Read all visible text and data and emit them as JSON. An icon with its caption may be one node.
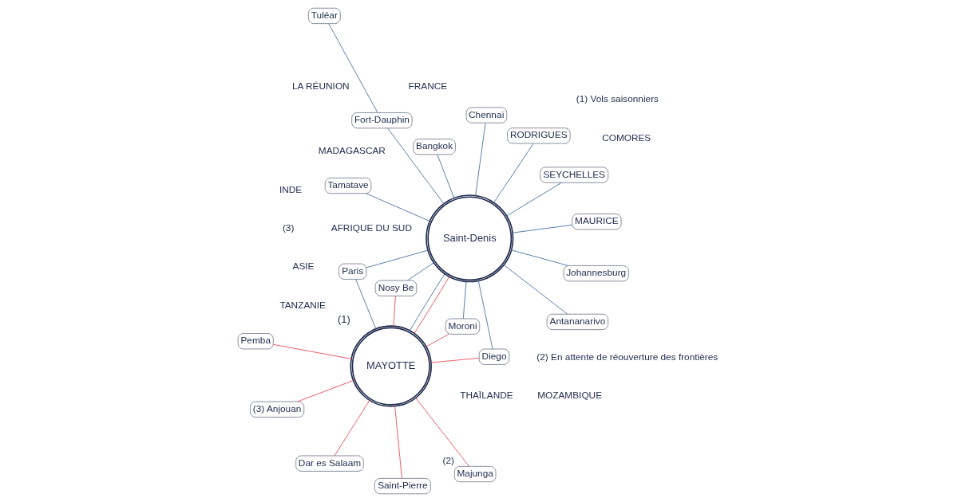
{
  "diagram": {
    "nodes": [
      {
        "text": [
          "Paris"
        ]
      },
      {
        "text": [
          "SEYCHELLES"
        ]
      },
      {
        "text": [
          "Dar es Salaam"
        ]
      },
      {
        "text": [
          "Pemba"
        ]
      },
      {
        "text": [
          "Moroni"
        ]
      },
      {
        "text": [
          "(3) Anjouan"
        ]
      },
      {
        "text": [
          "MAYOTTE"
        ],
        "beside": [
          "(1)"
        ]
      },
      {
        "text": [
          "Diego"
        ]
      },
      {
        "text": [
          "Nosy Be"
        ]
      },
      {
        "text": [
          "Majunga"
        ],
        "beside": [
          "(2)"
        ]
      },
      {
        "text": [
          "Antananarivo"
        ]
      },
      {
        "text": [
          "Tamatave"
        ]
      },
      {
        "text": [
          "MAURICE"
        ]
      },
      {
        "text": [
          "RODRIGUES"
        ]
      },
      {
        "text": [
          "Saint-Denis"
        ]
      },
      {
        "text": [
          "Saint-Pierre"
        ]
      },
      {
        "text": [
          "Johannesburg"
        ]
      },
      {
        "text": [
          "Tuléar"
        ]
      },
      {
        "text": [
          "Fort-Dauphin"
        ]
      },
      {
        "text": [
          "Chennaï"
        ]
      },
      {
        "text": [
          "Bangkok"
        ]
      }
    ],
    "edges": [
      {
        "from": 0,
        "to": 6,
        "arrow": "none"
      },
      {
        "from": 0,
        "to": 14,
        "arrow": "none"
      },
      {
        "from": 1,
        "to": 14,
        "arrow": "none"
      },
      {
        "from": 2,
        "to": 6,
        "arrow": "none",
        "color": "#e8424f"
      },
      {
        "from": 3,
        "to": 6,
        "arrow": "none",
        "color": "#e8424f"
      },
      {
        "from": 4,
        "to": 6,
        "arrow": "none",
        "color": "#e8424f"
      },
      {
        "from": 4,
        "to": 14,
        "arrow": "none"
      },
      {
        "from": 5,
        "to": 6,
        "arrow": "none",
        "color": "#e8424f"
      },
      {
        "from": 6,
        "to": 7,
        "arrow": "none",
        "color": "#e8424f"
      },
      {
        "from": 6,
        "to": 8,
        "arrow": "none",
        "color": "#e8424f"
      },
      {
        "from": 6,
        "to": 9,
        "arrow": "none",
        "color": "#e8424f"
      },
      {
        "from": 6,
        "to": 14,
        "arrow": "none"
      },
      {
        "from": 6,
        "to": 14,
        "arrow": "none",
        "color": "#e8424f"
      },
      {
        "from": 6,
        "to": 15,
        "arrow": "none",
        "color": "#e8424f"
      },
      {
        "from": 7,
        "to": 14,
        "arrow": "none"
      },
      {
        "from": 8,
        "to": 14,
        "arrow": "none"
      },
      {
        "from": 10,
        "to": 14,
        "arrow": "none"
      },
      {
        "from": 11,
        "to": 14,
        "arrow": "none"
      },
      {
        "from": 12,
        "to": 14,
        "arrow": "none"
      },
      {
        "from": 13,
        "to": 14,
        "arrow": "none"
      },
      {
        "from": 16,
        "to": 14,
        "arrow": "none"
      },
      {
        "from": 18,
        "to": 14,
        "arrow": "none"
      },
      {
        "from": 17,
        "to": 18,
        "arrow": "none"
      },
      {
        "from": 19,
        "to": 14,
        "arrow": "none"
      },
      {
        "from": 20,
        "to": 14,
        "arrow": "none"
      }
    ],
    "labels": [
      "FRANCE",
      "ASIE",
      "THAÏLANDE",
      "INDE",
      "TANZANIE",
      "MOZAMBIQUE",
      "(3)",
      "COMORES",
      "AFRIQUE DU SUD",
      "LA RÉUNION",
      "MADAGASCAR",
      "(1) Vols saisonniers",
      "(2) En attente de réouverture des frontières"
    ]
  }
}
